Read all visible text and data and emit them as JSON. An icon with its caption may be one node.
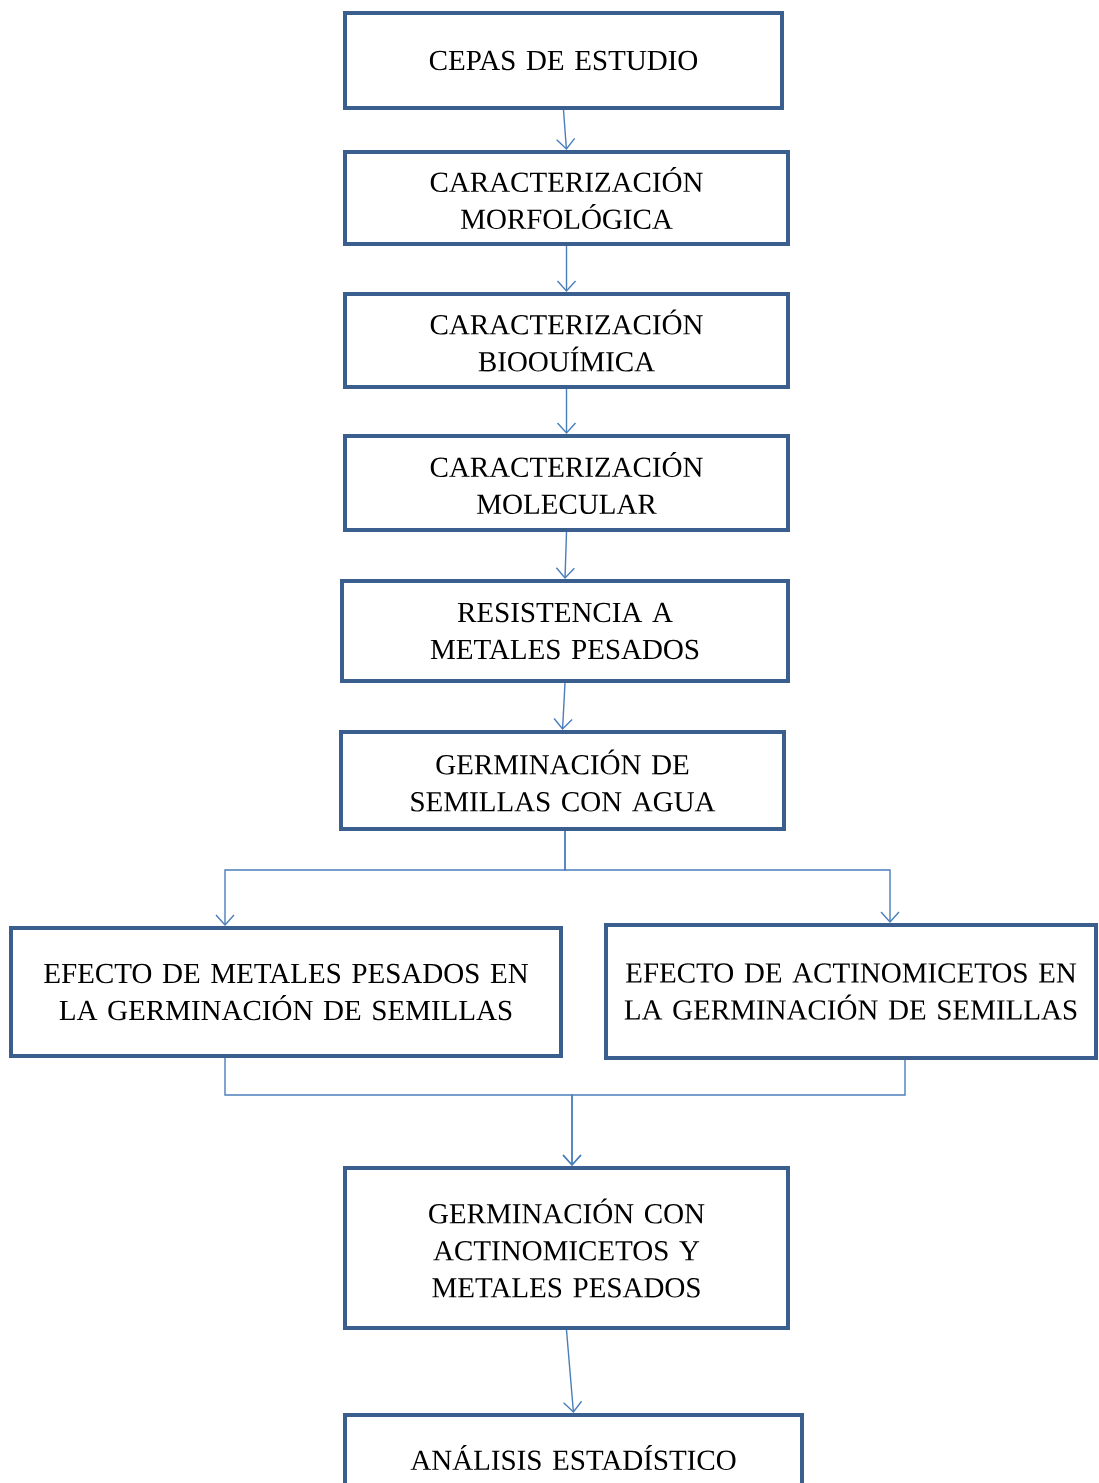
{
  "diagram": {
    "nodes": [
      {
        "text": [
          "CEPAS DE ESTUDIO"
        ]
      },
      {
        "text": [
          "CARACTERIZACIÓN MORFOLÓGICA"
        ]
      },
      {
        "text": [
          "CARACTERIZACIÓN BIOOUÍMICA"
        ]
      },
      {
        "text": [
          "CARACTERIZACIÓN MOLECULAR"
        ]
      },
      {
        "text": [
          "RESISTENCIA A METALES PESADOS"
        ]
      },
      {
        "text": [
          "GERMINACIÓN DE SEMILLAS CON AGUA"
        ]
      },
      {
        "text": [
          "EFECTO DE METALES PESADOS EN LA GERMINACIÓN DE SEMILLAS"
        ]
      },
      {
        "text": [
          "EFECTO DE ACTINOMICETOS EN LA GERMINACIÓN DE SEMILLAS"
        ]
      },
      {
        "text": [
          "GERMINACIÓN CON ACTINOMICETOS Y METALES PESADOS"
        ]
      },
      {
        "text": [
          "ANÁLISIS ESTADÍSTICO"
        ]
      }
    ],
    "edges": [
      {
        "from": 0,
        "to": 1,
        "arrow": "to"
      },
      {
        "from": 1,
        "to": 2,
        "arrow": "to"
      },
      {
        "from": 2,
        "to": 3,
        "arrow": "to"
      },
      {
        "from": 3,
        "to": 4,
        "arrow": "to"
      },
      {
        "from": 4,
        "to": 5,
        "arrow": "to"
      },
      {
        "from": 5,
        "to": 6,
        "arrow": "to"
      },
      {
        "from": 5,
        "to": 7,
        "arrow": "to"
      },
      {
        "from": 6,
        "to": 8,
        "arrow": "to"
      },
      {
        "from": 7,
        "to": 8,
        "arrow": "to"
      },
      {
        "from": 8,
        "to": 9,
        "arrow": "to"
      }
    ]
  }
}
